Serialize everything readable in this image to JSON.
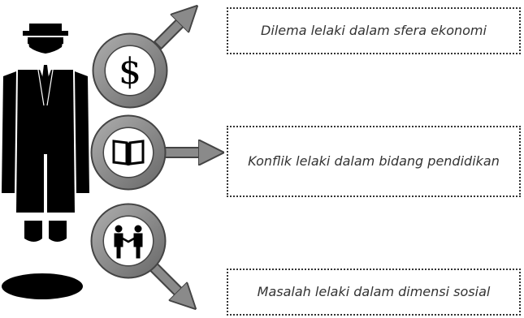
{
  "items": [
    {
      "label": "Dilema lelaki dalam sfera ekonomi",
      "icon": "dollar-sign-icon",
      "glyph": "$",
      "direction": "up-right"
    },
    {
      "label": "Konflik lelaki dalam bidang pendidikan",
      "icon": "book-icon",
      "direction": "right"
    },
    {
      "label": "Masalah lelaki dalam dimensi sosial",
      "icon": "handshake-people-icon",
      "direction": "down-right"
    }
  ],
  "figure": {
    "icon": "businessman-silhouette-icon"
  },
  "colors": {
    "ring": "#8a8a8a",
    "ring_dark": "#5f5f5f",
    "arrow": "#8a8a8a",
    "silhouette": "#000000",
    "border": "#333333"
  }
}
